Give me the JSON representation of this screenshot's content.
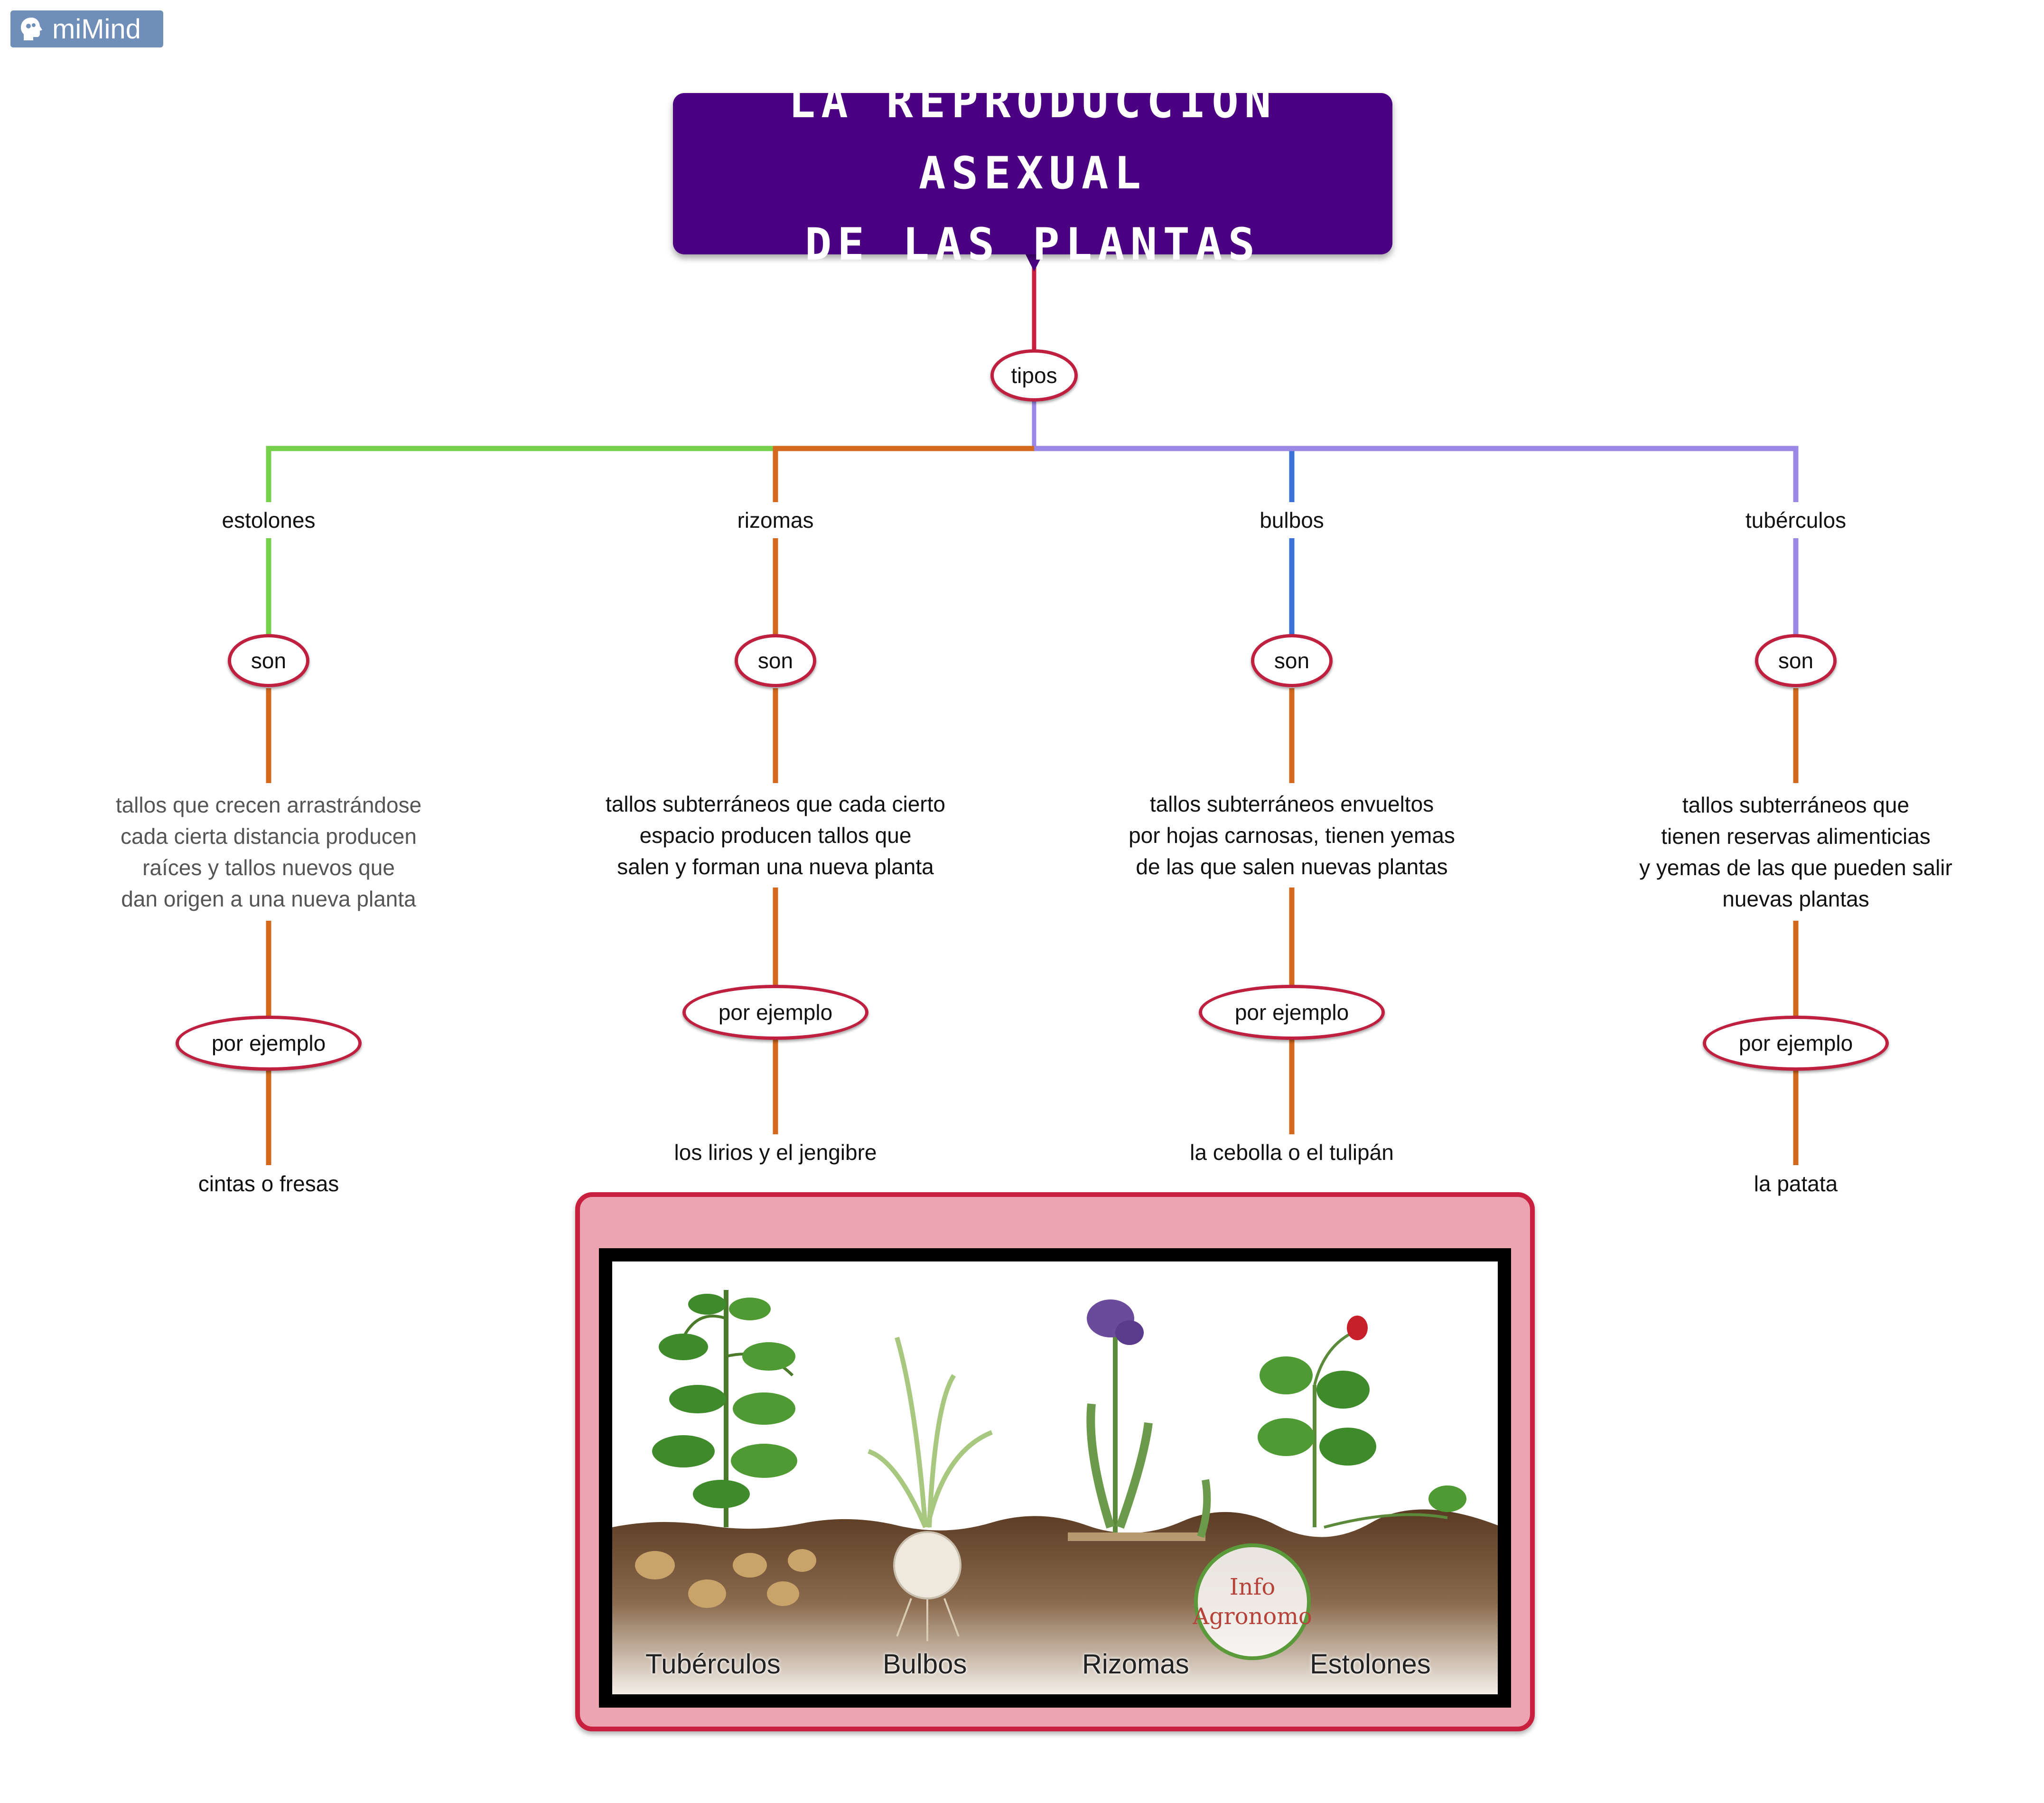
{
  "brand": {
    "name": "miMind",
    "icon": "head-icon"
  },
  "root_title": "LA REPRODUCCIÓN ASEXUAL\nDE LAS PLANTAS",
  "connector": "tipos",
  "colors": {
    "root_bg": "#4b0082",
    "pill_border": "#c02040",
    "frame_bg": "#eba4b0",
    "frame_border": "#c8203e",
    "estolones": "#77d04c",
    "rizomas": "#d2691e",
    "bulbos": "#3a72d6",
    "tuberculos": "#9b87e6",
    "stem": "#d2691e",
    "top": "#c8203e"
  },
  "branches": [
    {
      "name": "estolones",
      "link1": "son",
      "description": "tallos que crecen arrastrándose\ncada cierta distancia producen\nraíces y tallos nuevos que\ndan origen a una nueva planta",
      "link2": "por ejemplo",
      "example": "cintas o fresas"
    },
    {
      "name": "rizomas",
      "link1": "son",
      "description": "tallos subterráneos que cada cierto\nespacio producen tallos que\nsalen y forman una nueva planta",
      "link2": "por ejemplo",
      "example": "los lirios y el jengibre"
    },
    {
      "name": "bulbos",
      "link1": "son",
      "description": "tallos subterráneos envueltos\npor hojas carnosas, tienen yemas\nde las que salen nuevas plantas",
      "link2": "por ejemplo",
      "example": "la cebolla o el tulipán"
    },
    {
      "name": "tubérculos",
      "link1": "son",
      "description": "tallos subterráneos que\ntienen reservas alimenticias\ny yemas de las que pueden salir\nnuevas plantas",
      "link2": "por ejemplo",
      "example": "la patata"
    }
  ],
  "image": {
    "labels": [
      "Tubérculos",
      "Bulbos",
      "Rizomas",
      "Estolones"
    ],
    "watermark_line1": "Info",
    "watermark_line2": "Agronomo"
  }
}
